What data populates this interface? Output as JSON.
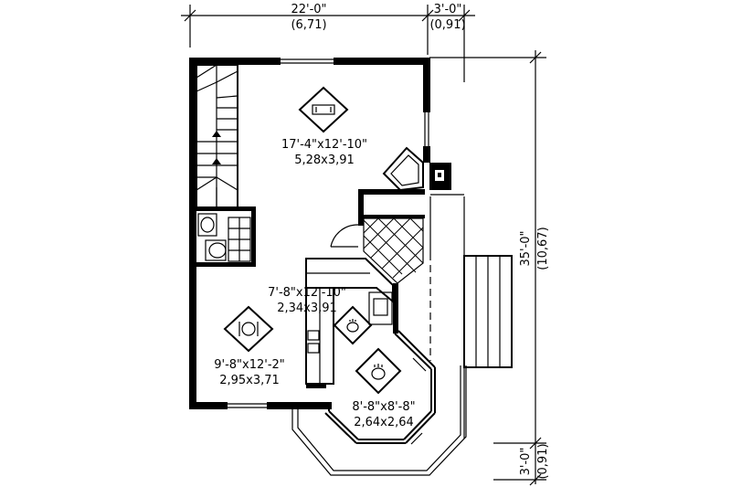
{
  "dimensions": {
    "top_main": "22'-0\"",
    "top_main_metric": "(6,71)",
    "top_side": "3'-0\"",
    "top_side_metric": "(0,91)",
    "right_main": "35'-0\"",
    "right_main_metric": "(10,67)",
    "right_small": "3'-0\"",
    "right_small_metric": "(0,91)"
  },
  "rooms": {
    "living": {
      "imperial": "17'-4\"x12'-10\"",
      "metric": "5,28x3,91"
    },
    "kitchen": {
      "imperial": "7'-8\"x12'-10\"",
      "metric": "2,34x3,91"
    },
    "dining": {
      "imperial": "9'-8\"x12'-2\"",
      "metric": "2,95x3,71"
    },
    "breakfast": {
      "imperial": "8'-8\"x8'-8\"",
      "metric": "2,64x2,64"
    }
  },
  "icons": [
    "sofa-icon",
    "plate-cutlery-icon",
    "teapot-icon",
    "teapot-icon-2"
  ],
  "colors": {
    "ink": "#000000",
    "paper": "#ffffff"
  }
}
